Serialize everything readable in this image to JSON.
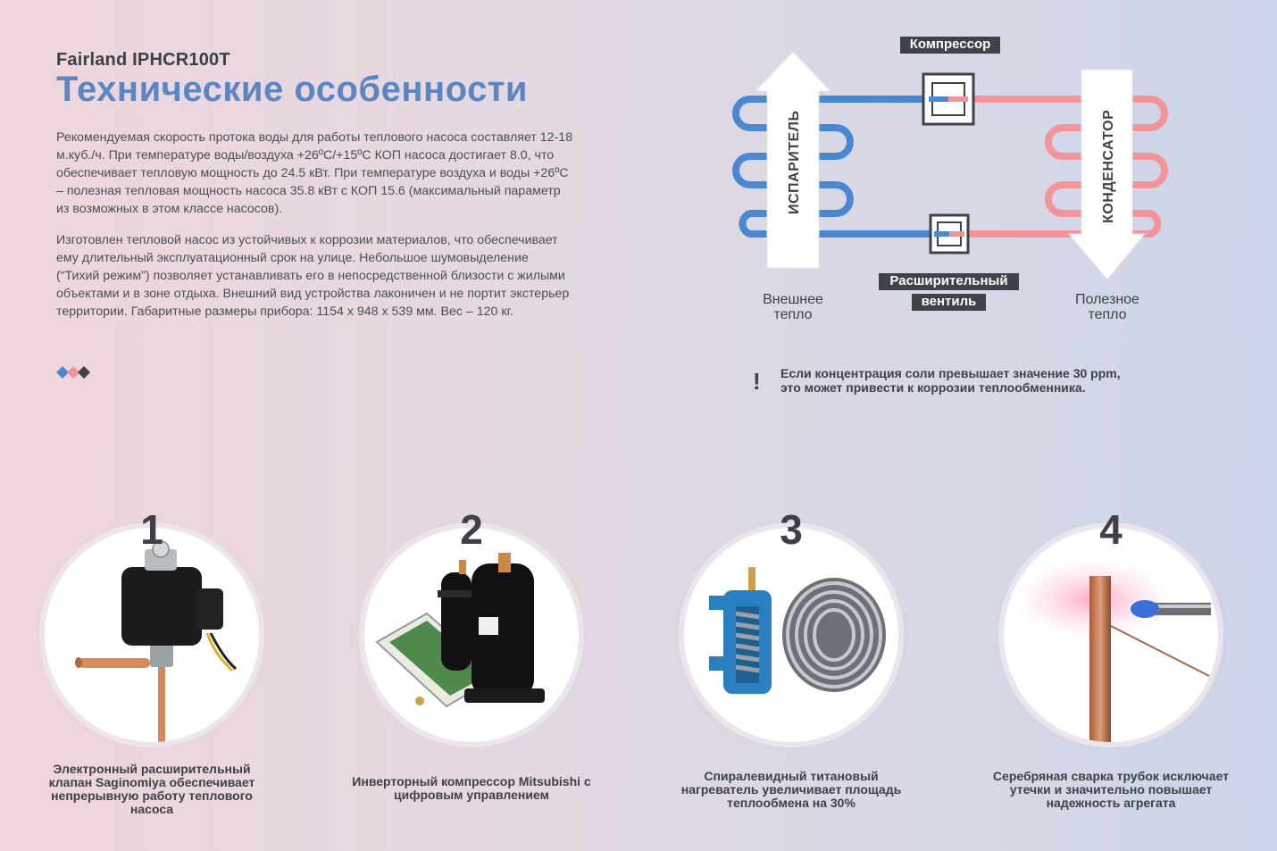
{
  "header": {
    "model": "Fairland IPHCR100T",
    "title": "Технические особенности"
  },
  "paragraphs": {
    "p1": "Рекомендуемая скорость протока воды для работы теплового насоса составляет 12-18 м.куб./ч. При температуре воды/воздуха +26ºС/+15ºС КОП насоса достигает 8.0, что обеспечивает тепловую мощность до 24.5 кВт. При температуре воздуха и воды +26ºС – полезная тепловая мощность насоса 35.8 кВт с КОП 15.6 (максимальный параметр из возможных в этом классе насосов).",
    "p2": "Изготовлен тепловой насос из устойчивых к коррозии материалов, что обеспечивает ему длительный эксплуатационный срок на улице. Небольшое шумовыделение (“Тихий режим”) позволяет устанавливать его в непосредственной близости с жилыми объектами и в зоне отдыха. Внешний вид устройства лаконичен и не портит экстерьер территории. Габаритные размеры прибора: 1154 х 948 х 539 мм. Вес – 120 кг."
  },
  "diagram": {
    "compressor": "Компрессор",
    "valve_line1": "Расширительный",
    "valve_line2": "вентиль",
    "evaporator": "ИСПАРИТЕЛЬ",
    "condenser": "КОНДЕНСАТОР",
    "outer_heat_line1": "Внешнее",
    "outer_heat_line2": "тепло",
    "useful_heat_line1": "Полезное",
    "useful_heat_line2": "тепло",
    "colors": {
      "cold": "#4a88d0",
      "hot": "#f3939a",
      "dark": "#3e4249"
    }
  },
  "warning": {
    "mark": "!",
    "line1": "Если концентрация соли превышает значение 30 ppm,",
    "line2": "это может привести к коррозии теплообменника."
  },
  "features": [
    {
      "number": "1",
      "image": "solenoid-valve-image",
      "text": "Электронный расширительный клапан Saginomiya обеспечивает непрерывную работу теплового насоса"
    },
    {
      "number": "2",
      "image": "compressor-image",
      "text": "Инверторный компрессор Mitsubishi с цифровым управлением"
    },
    {
      "number": "3",
      "image": "titanium-heater-image",
      "text": "Спиралевидный титановый нагреватель увеличивает площадь теплообмена на 30%"
    },
    {
      "number": "4",
      "image": "silver-welding-image",
      "text": "Серебряная сварка трубок исключает утечки и значительно повышает надежность агрегата"
    }
  ]
}
